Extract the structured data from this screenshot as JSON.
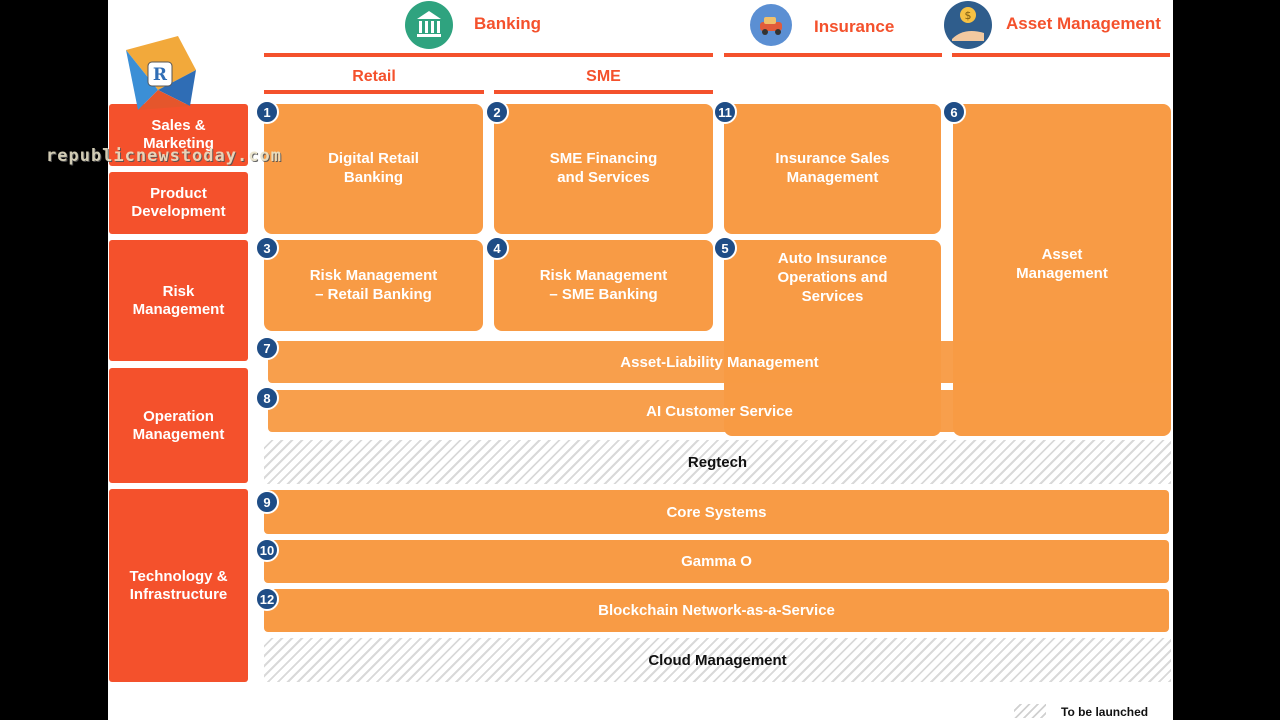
{
  "header": {
    "banking": "Banking",
    "insurance": "Insurance",
    "asset_management": "Asset Management",
    "retail": "Retail",
    "sme": "SME"
  },
  "rows": {
    "sales_marketing": "Sales &\nMarketing",
    "product_development": "Product\nDevelopment",
    "risk_management": "Risk\nManagement",
    "operation_management": "Operation\nManagement",
    "technology_infrastructure": "Technology &\nInfrastructure"
  },
  "cells": {
    "digital_retail_banking": "Digital Retail\nBanking",
    "sme_financing": "SME Financing\nand Services",
    "insurance_sales": "Insurance Sales\nManagement",
    "asset_management": "Asset\nManagement",
    "risk_retail": "Risk Management\n– Retail Banking",
    "risk_sme": "Risk Management\n– SME Banking",
    "auto_insurance": "Auto Insurance\nOperations and\nServices"
  },
  "bands": {
    "alm": "Asset-Liability Management",
    "ai_customer_service": "AI Customer Service",
    "regtech": "Regtech",
    "core_systems": "Core Systems",
    "gamma_o": "Gamma O",
    "blockchain": "Blockchain Network-as-a-Service",
    "cloud_management": "Cloud Management"
  },
  "badges": {
    "b1": "1",
    "b2": "2",
    "b3": "3",
    "b4": "4",
    "b5": "5",
    "b6": "6",
    "b7": "7",
    "b8": "8",
    "b9": "9",
    "b10": "10",
    "b11": "11",
    "b12": "12"
  },
  "legend": {
    "to_be_launched": "To be launched"
  },
  "watermark": {
    "site": "republicnewstoday.com"
  },
  "colors": {
    "accent": "#f4512c",
    "cell": "#f89b45",
    "badge": "#1f4d86"
  },
  "icons": {
    "banking": "bank-building-icon",
    "insurance": "car-shield-icon",
    "asset": "money-hand-icon",
    "logo": "r-logo-icon"
  }
}
